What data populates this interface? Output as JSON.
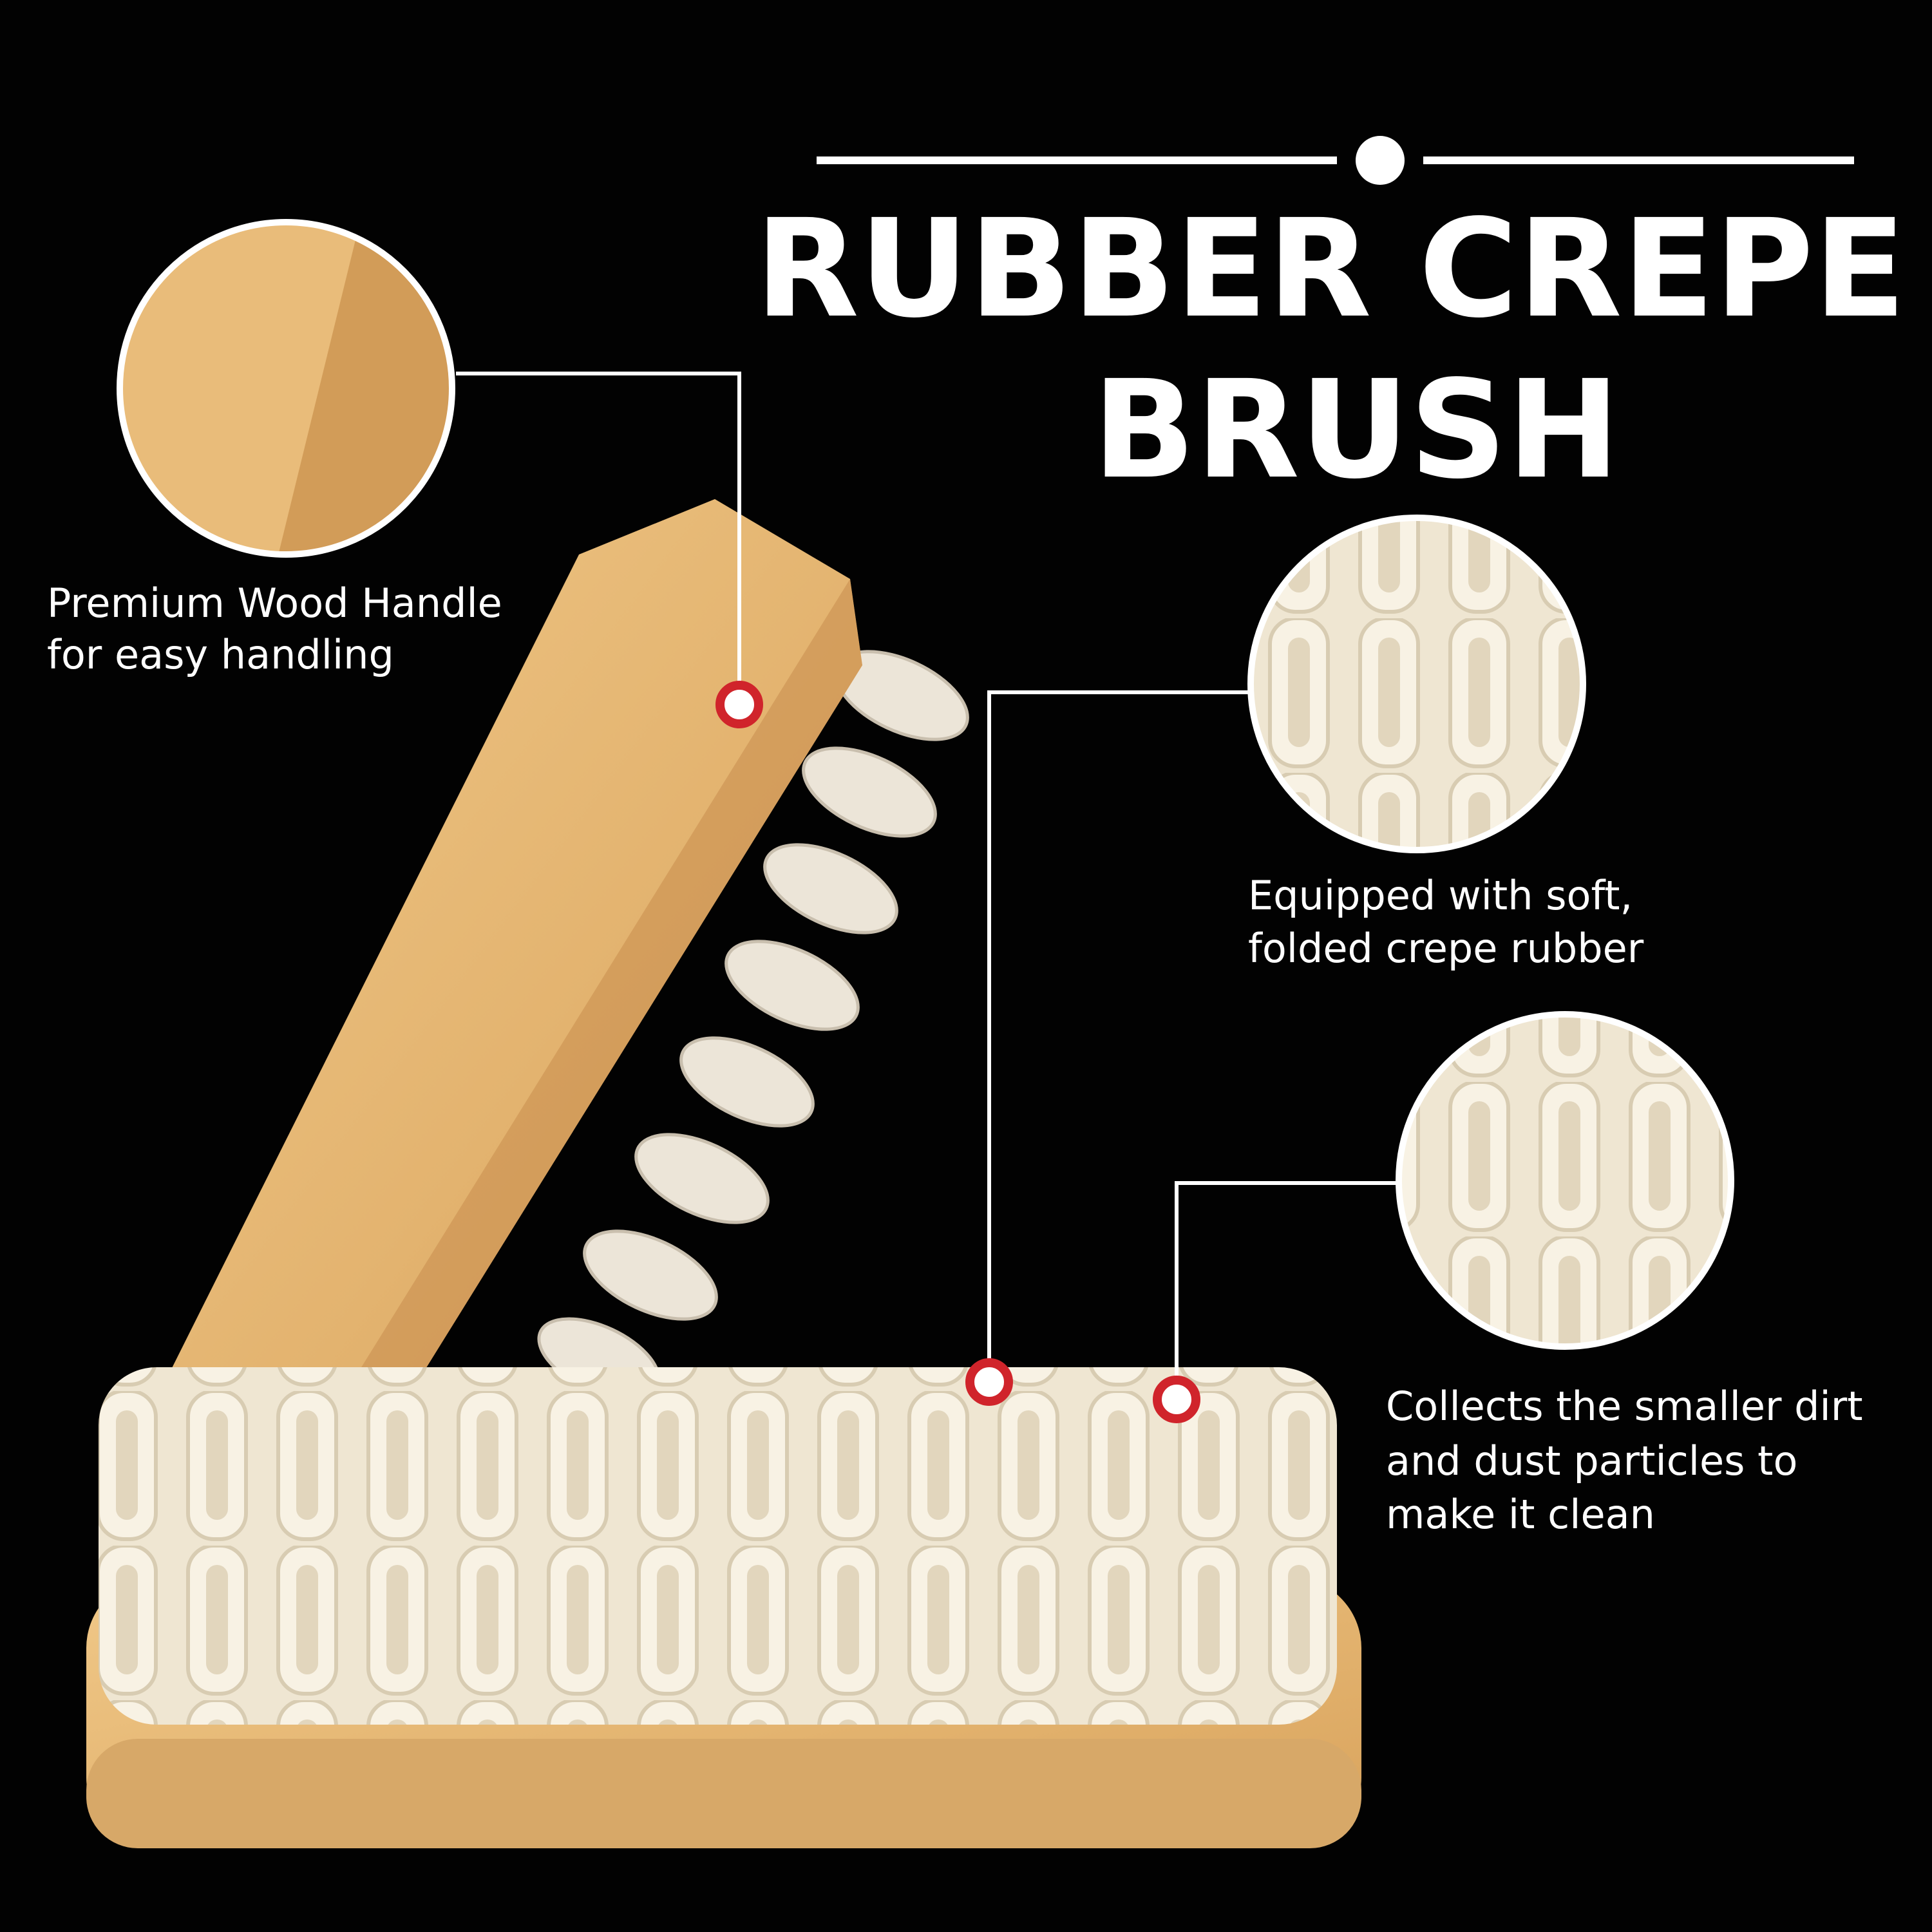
{
  "title": {
    "line1": "RUBBER CREPE",
    "line2": "BRUSH"
  },
  "callouts": [
    {
      "line1": "Premium Wood Handle",
      "line2": "for easy handling"
    },
    {
      "line1": "Equipped with soft,",
      "line2": "folded crepe rubber"
    },
    {
      "line1": "Collects the smaller dirt",
      "line2": "and dust particles to",
      "line3": "make it clean"
    }
  ],
  "colors": {
    "background": "#020202",
    "text": "#ffffff",
    "wood": "#e8b873",
    "rubber": "#f3ecdc",
    "marker": "#d0242b"
  }
}
